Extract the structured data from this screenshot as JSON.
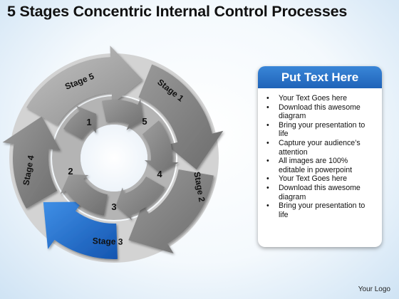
{
  "title": "5 Stages Concentric Internal Control Processes",
  "diagram": {
    "outer_stages": [
      {
        "label": "Stage 1",
        "color": "#8f8f8f"
      },
      {
        "label": "Stage 2",
        "color": "#8a8a8a"
      },
      {
        "label": "Stage 3",
        "color": "#1f6fd1"
      },
      {
        "label": "Stage 4",
        "color": "#7d7d7d"
      },
      {
        "label": "Stage 5",
        "color": "#a9a9a9"
      }
    ],
    "inner_numbers": [
      "1",
      "2",
      "3",
      "4",
      "5"
    ]
  },
  "panel": {
    "heading": "Put Text Here",
    "heading_color": "#2c76cc",
    "items": [
      "Your Text Goes here",
      "Download this awesome diagram",
      "Bring your presentation to life",
      "Capture your audience’s attention",
      "All images are 100% editable in powerpoint",
      "Your Text Goes here",
      "Download this awesome diagram",
      "Bring your presentation to life"
    ]
  },
  "logo": "Your Logo"
}
